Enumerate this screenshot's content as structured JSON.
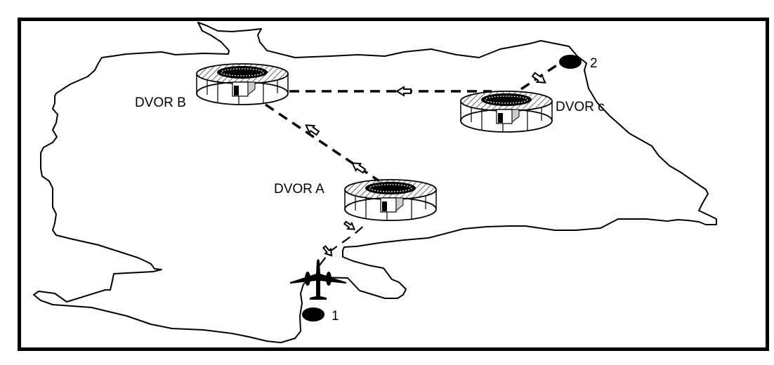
{
  "figure": {
    "title": "",
    "colors": {
      "ink": "#000000",
      "background": "#ffffff"
    },
    "stations": [
      {
        "id": "dvor-b",
        "label": "DVOR B",
        "icon": "dvor-antenna-icon"
      },
      {
        "id": "dvor-c",
        "label": "DVOR c",
        "icon": "dvor-antenna-icon"
      },
      {
        "id": "dvor-a",
        "label": "DVOR A",
        "icon": "dvor-antenna-icon"
      }
    ],
    "waypoints": [
      {
        "id": "wp1",
        "label": "1",
        "icon": "waypoint-dot-icon"
      },
      {
        "id": "wp2",
        "label": "2",
        "icon": "waypoint-dot-icon"
      }
    ],
    "aircraft": {
      "icon": "aircraft-icon"
    },
    "route": [
      "1",
      "DVOR A",
      "DVOR B",
      "DVOR c",
      "2"
    ]
  }
}
